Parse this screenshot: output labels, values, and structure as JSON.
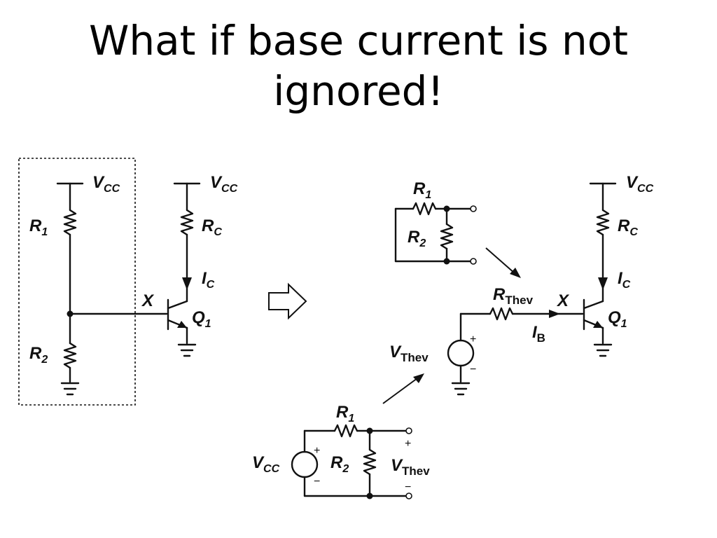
{
  "title": {
    "line1": "What if base current is not",
    "line2": "ignored!"
  },
  "labels": {
    "vcc": "V",
    "vcc_sub": "CC",
    "r1": "R",
    "r1_sub": "1",
    "r2": "R",
    "r2_sub": "2",
    "rc": "R",
    "rc_sub": "C",
    "ic": "I",
    "ic_sub": "C",
    "q1": "Q",
    "q1_sub": "1",
    "x": "X",
    "rthev": "R",
    "rthev_sub": "Thev",
    "ib": "I",
    "ib_sub": "B",
    "vthev": "V",
    "vthev_sub": "Thev",
    "plus": "+",
    "minus": "−"
  }
}
